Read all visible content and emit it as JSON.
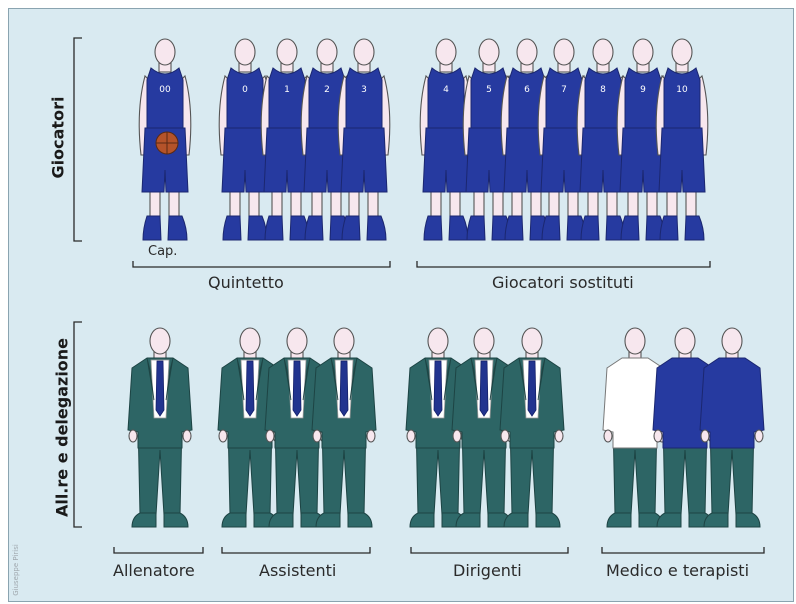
{
  "rows": {
    "players": "Giocatori",
    "staff": "All.re e delegazione"
  },
  "captain_label": "Cap.",
  "groups": {
    "starting": "Quintetto",
    "substitutes": "Giocatori sostituti",
    "coach": "Allenatore",
    "assistants": "Assistenti",
    "managers": "Dirigenti",
    "medical": "Medico e terapisti"
  },
  "jersey_numbers": {
    "captain": "00",
    "starting": [
      "0",
      "1",
      "2",
      "3"
    ],
    "substitutes": [
      "4",
      "5",
      "6",
      "7",
      "8",
      "9",
      "10"
    ]
  },
  "credit": "Giuseppe Pirisi",
  "colors": {
    "panel": "#d9eaf1",
    "jersey": "#263aa0",
    "suit": "#2d6565",
    "tie": "#22348f",
    "skin": "#f7e7ee",
    "ball": "#b5532a"
  }
}
